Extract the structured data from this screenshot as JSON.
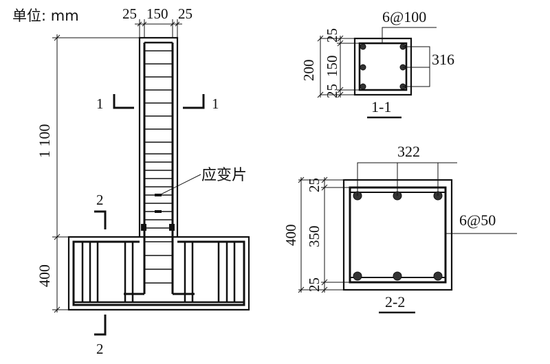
{
  "unit_label": "单位: mm",
  "elevation": {
    "top_dims": [
      "25",
      "150",
      "25"
    ],
    "height_dim": "1 100",
    "base_dim": "400",
    "section_1_mark": "1",
    "section_2_mark": "2",
    "gauge_label": "应变片"
  },
  "section_1": {
    "stirrup_label": "6@100",
    "bar_label": "316",
    "dims": [
      "25",
      "150",
      "25"
    ],
    "overall_dim": "200",
    "title": "1-1"
  },
  "section_2": {
    "bar_label": "322",
    "stirrup_label": "6@50",
    "dims": [
      "25",
      "350",
      "25"
    ],
    "overall_dim": "400",
    "title": "2-2"
  }
}
